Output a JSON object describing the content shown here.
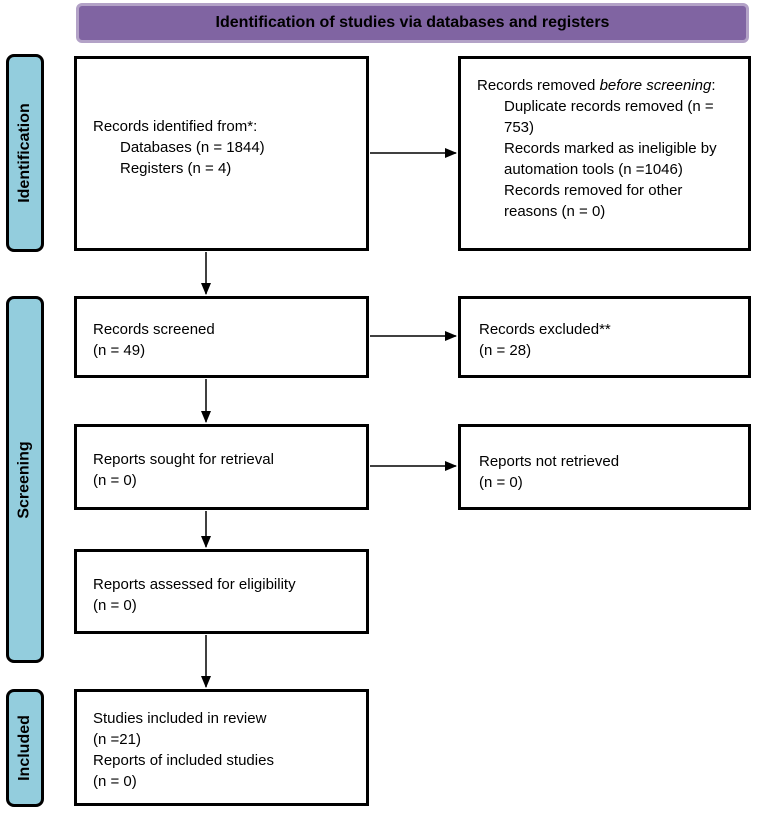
{
  "header": {
    "title": "Identification of studies via databases and registers"
  },
  "stages": {
    "identification": "Identification",
    "screening": "Screening",
    "included": "Included"
  },
  "identified": {
    "heading": "Records identified from*:",
    "databases": "Databases (n = 1844)",
    "registers": "Registers (n = 4)"
  },
  "removed": {
    "heading_prefix": "Records removed ",
    "heading_emphasis": "before screening",
    "heading_suffix": ":",
    "duplicates": "Duplicate records removed (n = 753)",
    "ineligible": "Records marked as ineligible by automation tools (n =1046)",
    "other": "Records removed for other reasons (n = 0)"
  },
  "screened": {
    "label": "Records screened",
    "count": "(n = 49)"
  },
  "excluded": {
    "label": "Records excluded**",
    "count": "(n = 28)"
  },
  "sought": {
    "label": "Reports sought for retrieval",
    "count": "(n = 0)"
  },
  "not_retrieved": {
    "label": "Reports not retrieved",
    "count": "(n = 0)"
  },
  "assessed": {
    "label": "Reports assessed for eligibility",
    "count": "(n = 0)"
  },
  "included": {
    "studies_label": "Studies included in review",
    "studies_count": "(n =21)",
    "reports_label": "Reports of included studies",
    "reports_count": "(n = 0)"
  },
  "colors": {
    "header_fill": "#8064a2",
    "header_border": "#b3a2c7",
    "stage_fill": "#93cddd",
    "box_border": "#000000"
  }
}
